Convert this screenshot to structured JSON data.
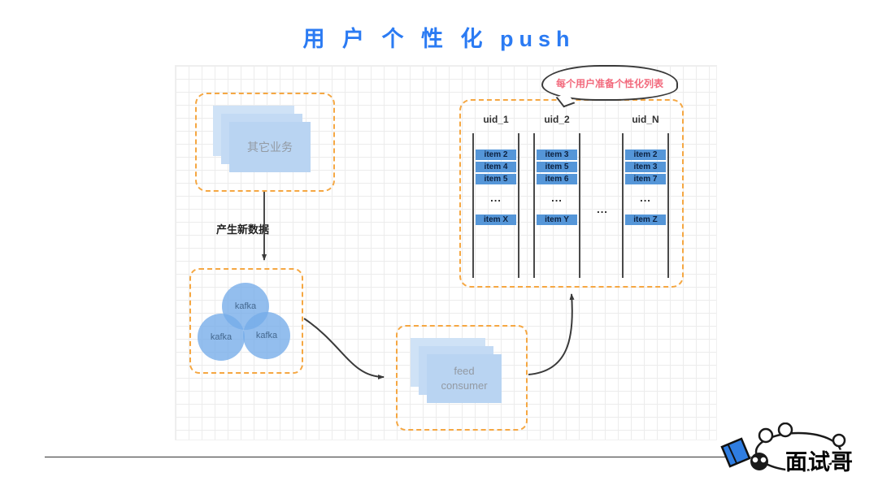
{
  "title": "用 户 个 性 化  push",
  "colors": {
    "title_blue": "#2b7bf3",
    "dashed_orange": "#f5a742",
    "card_blue": "#b9d4f2",
    "kafka_circle_blue": "#74acd9",
    "queue_item_blue": "#5596d8",
    "callout_pink": "#f2697c"
  },
  "nodes": {
    "other_business": {
      "label": "其它业务"
    },
    "kafka": {
      "labels": [
        "kafka",
        "kafka",
        "kafka"
      ]
    },
    "feed_consumer": {
      "line1": "feed",
      "line2": "consumer"
    }
  },
  "edges": {
    "produce_label": "产生新数据"
  },
  "callout": {
    "text": "每个用户准备个性化列表"
  },
  "queues": {
    "between_ellipsis": "...",
    "columns": [
      {
        "uid": "uid_1",
        "items": [
          "item 2",
          "item 4",
          "item 5"
        ],
        "ellipsis": "...",
        "tail_item": "item X"
      },
      {
        "uid": "uid_2",
        "items": [
          "item 3",
          "item 5",
          "item 6"
        ],
        "ellipsis": "...",
        "tail_item": "item Y"
      },
      {
        "uid": "uid_N",
        "items": [
          "item 2",
          "item 3",
          "item 7"
        ],
        "ellipsis": "...",
        "tail_item": "item Z"
      }
    ]
  },
  "logo": {
    "text": "面试哥"
  }
}
